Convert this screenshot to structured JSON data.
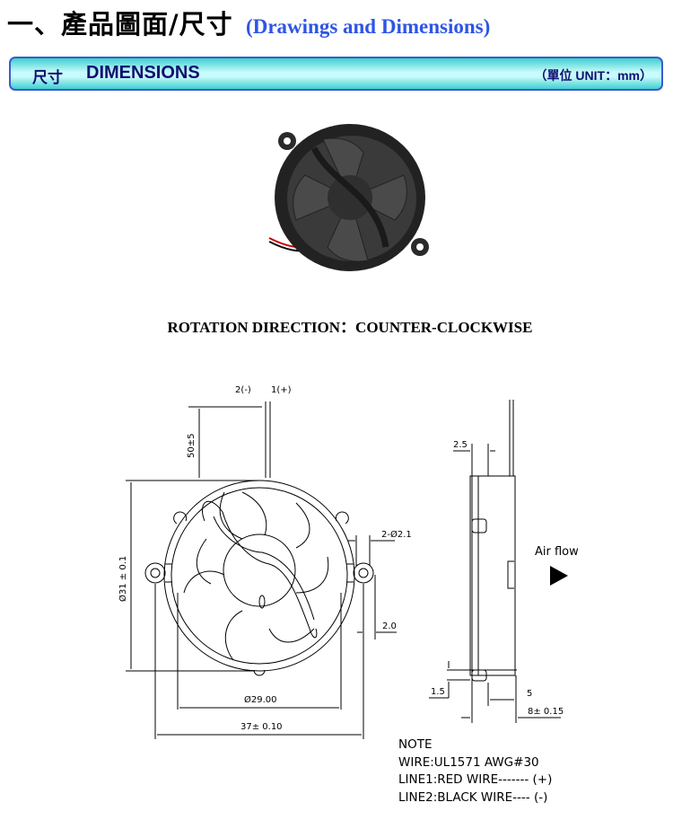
{
  "header": {
    "title_zh": "一、產品圖面/尺寸",
    "title_en": "(Drawings and Dimensions)"
  },
  "section_bar": {
    "label_zh": "尺寸",
    "label_en": "DIMENSIONS",
    "unit": "（單位 UNIT：mm）"
  },
  "rotation": "ROTATION DIRECTION：COUNTER-CLOCKWISE",
  "front_view": {
    "wire_neg": "2(-)",
    "wire_pos": "1(+)",
    "wire_length": "50±5",
    "outer_diameter": "Ø31 ± 0.1",
    "hole": "2-Ø2.1",
    "tab": "2.0",
    "inner_diameter": "Ø29.00",
    "hole_span": "37± 0.10"
  },
  "side_view": {
    "dim_top": "2.5",
    "dim_bottom_small": "1.5",
    "dim_5": "5",
    "thickness": "8± 0.15",
    "airflow": "Air flow"
  },
  "note": {
    "title": "NOTE",
    "lines": [
      "WIRE:UL1571 AWG#30",
      "LINE1:RED WIRE------- (+)",
      "LINE2:BLACK WIRE---- (-)"
    ]
  }
}
